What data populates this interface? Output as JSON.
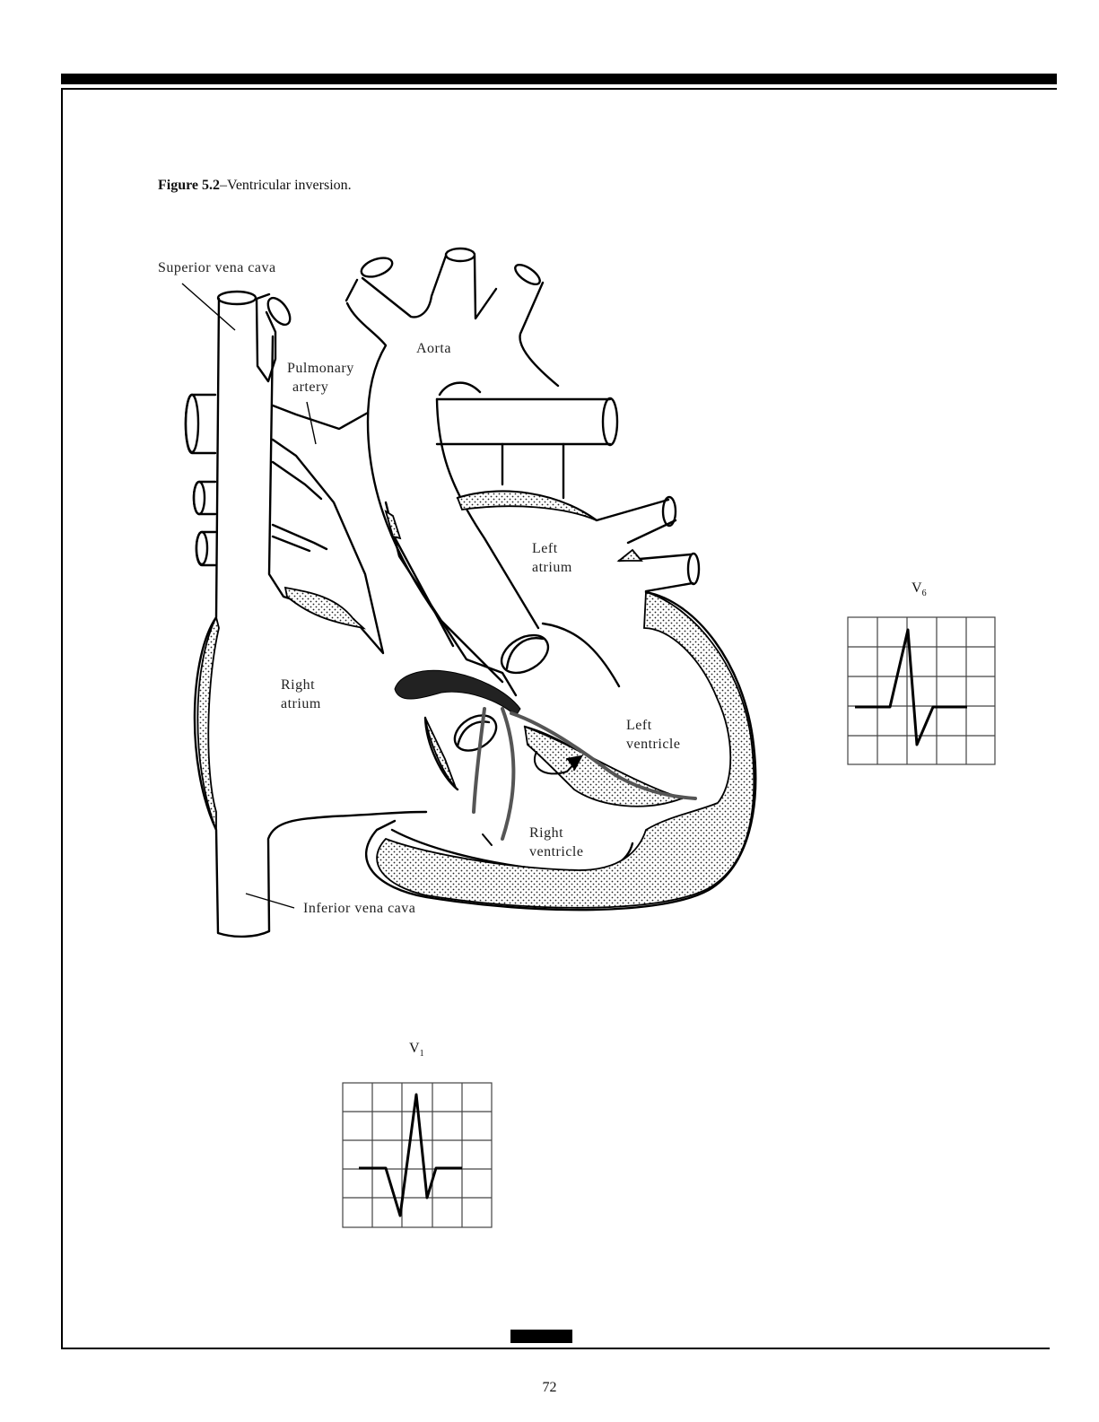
{
  "caption": {
    "bold": "Figure 5.2",
    "text": "–Ventricular inversion."
  },
  "labels": {
    "svc": "Superior vena cava",
    "pulmonary": [
      "Pulmonary",
      "artery"
    ],
    "aorta": "Aorta",
    "left_atrium": [
      "Left",
      "atrium"
    ],
    "right_atrium": [
      "Right",
      "atrium"
    ],
    "left_ventricle": [
      "Left",
      "ventricle"
    ],
    "right_ventricle": [
      "Right",
      "ventricle"
    ],
    "ivc": "Inferior vena cava"
  },
  "ecg": {
    "v6": {
      "lead": "V",
      "sub": "6"
    },
    "v1": {
      "lead": "V",
      "sub": "1"
    }
  },
  "page_number": "72"
}
